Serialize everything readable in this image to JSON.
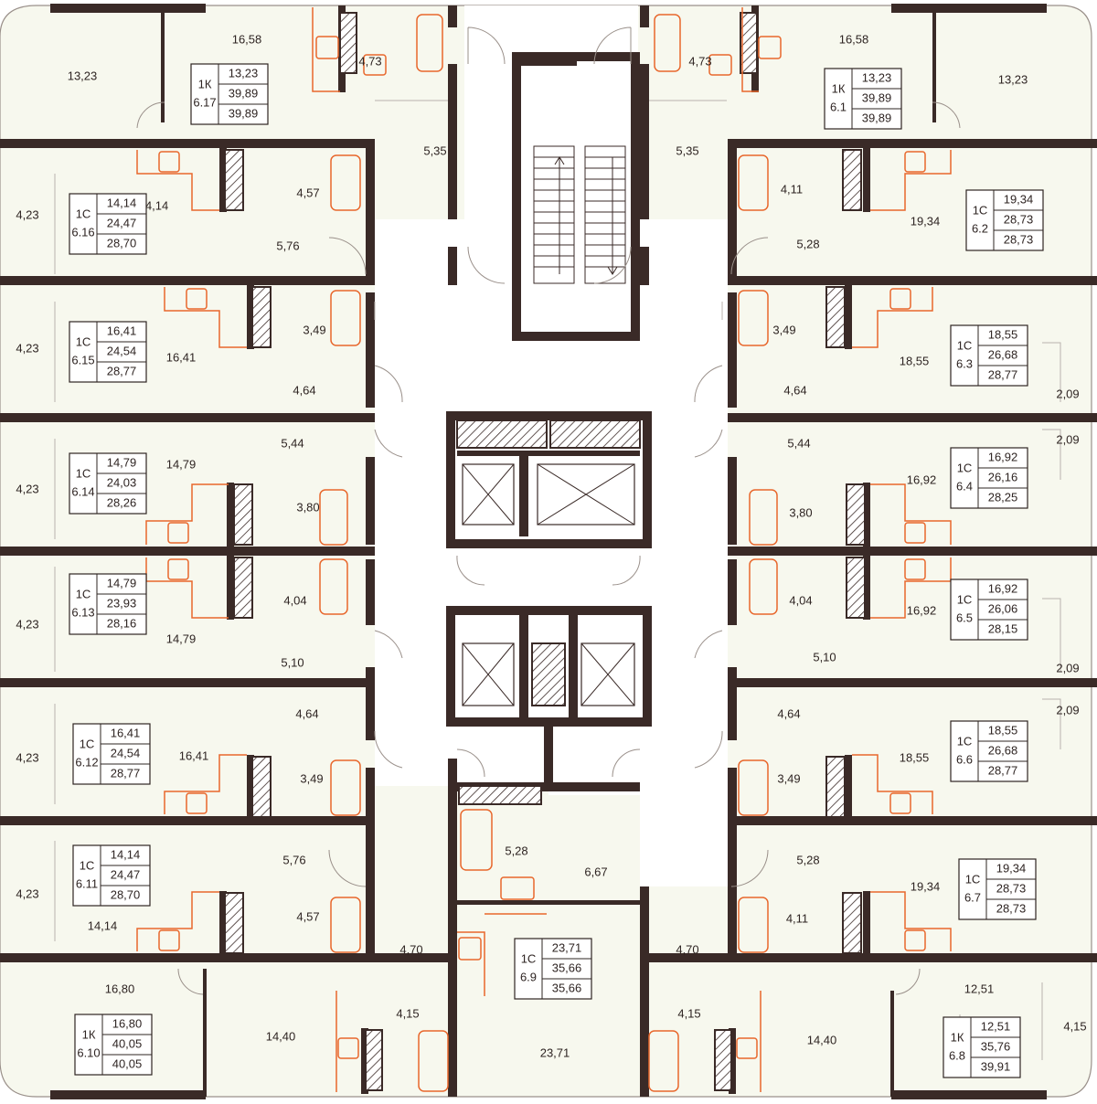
{
  "colors": {
    "wall": "#3a2a27",
    "floor": "#f7f8ee",
    "core": "#ffffff",
    "fixture": "#e8672c",
    "text": "#2e2422",
    "thin": "#b8b2ad"
  },
  "apartments": [
    {
      "type": "1К",
      "num": "6.17",
      "a": "13,23",
      "b": "39,89",
      "c": "39,89"
    },
    {
      "type": "1К",
      "num": "6.1",
      "a": "13,23",
      "b": "39,89",
      "c": "39,89"
    },
    {
      "type": "1С",
      "num": "6.16",
      "a": "14,14",
      "b": "24,47",
      "c": "28,70"
    },
    {
      "type": "1С",
      "num": "6.2",
      "a": "19,34",
      "b": "28,73",
      "c": "28,73"
    },
    {
      "type": "1С",
      "num": "6.15",
      "a": "16,41",
      "b": "24,54",
      "c": "28,77"
    },
    {
      "type": "1С",
      "num": "6.3",
      "a": "18,55",
      "b": "26,68",
      "c": "28,77"
    },
    {
      "type": "1С",
      "num": "6.14",
      "a": "14,79",
      "b": "24,03",
      "c": "28,26"
    },
    {
      "type": "1С",
      "num": "6.4",
      "a": "16,92",
      "b": "26,16",
      "c": "28,25"
    },
    {
      "type": "1С",
      "num": "6.13",
      "a": "14,79",
      "b": "23,93",
      "c": "28,16"
    },
    {
      "type": "1С",
      "num": "6.5",
      "a": "16,92",
      "b": "26,06",
      "c": "28,15"
    },
    {
      "type": "1С",
      "num": "6.12",
      "a": "16,41",
      "b": "24,54",
      "c": "28,77"
    },
    {
      "type": "1С",
      "num": "6.6",
      "a": "18,55",
      "b": "26,68",
      "c": "28,77"
    },
    {
      "type": "1С",
      "num": "6.11",
      "a": "14,14",
      "b": "24,47",
      "c": "28,70"
    },
    {
      "type": "1С",
      "num": "6.7",
      "a": "19,34",
      "b": "28,73",
      "c": "28,73"
    },
    {
      "type": "1С",
      "num": "6.9",
      "a": "23,71",
      "b": "35,66",
      "c": "35,66"
    },
    {
      "type": "1К",
      "num": "6.10",
      "a": "16,80",
      "b": "40,05",
      "c": "40,05"
    },
    {
      "type": "1К",
      "num": "6.8",
      "a": "12,51",
      "b": "35,76",
      "c": "39,91"
    }
  ],
  "room_labels": [
    "13,23",
    "16,58",
    "4,73",
    "4,73",
    "16,58",
    "13,23",
    "5,35",
    "5,35",
    "4,23",
    "14,14",
    "4,57",
    "5,76",
    "4,11",
    "19,34",
    "5,28",
    "4,23",
    "16,41",
    "3,49",
    "4,64",
    "3,49",
    "18,55",
    "4,64",
    "2,09",
    "4,23",
    "14,79",
    "5,44",
    "3,80",
    "5,44",
    "3,80",
    "16,92",
    "2,09",
    "4,23",
    "14,79",
    "4,04",
    "5,10",
    "4,04",
    "16,92",
    "5,10",
    "2,09",
    "4,23",
    "16,41",
    "4,64",
    "3,49",
    "4,64",
    "3,49",
    "18,55",
    "2,09",
    "4,23",
    "14,14",
    "5,76",
    "4,57",
    "5,28",
    "4,11",
    "19,34",
    "5,28",
    "6,67",
    "4,70",
    "4,70",
    "16,80",
    "14,40",
    "4,15",
    "23,71",
    "4,15",
    "14,40",
    "12,51",
    "4,15"
  ]
}
